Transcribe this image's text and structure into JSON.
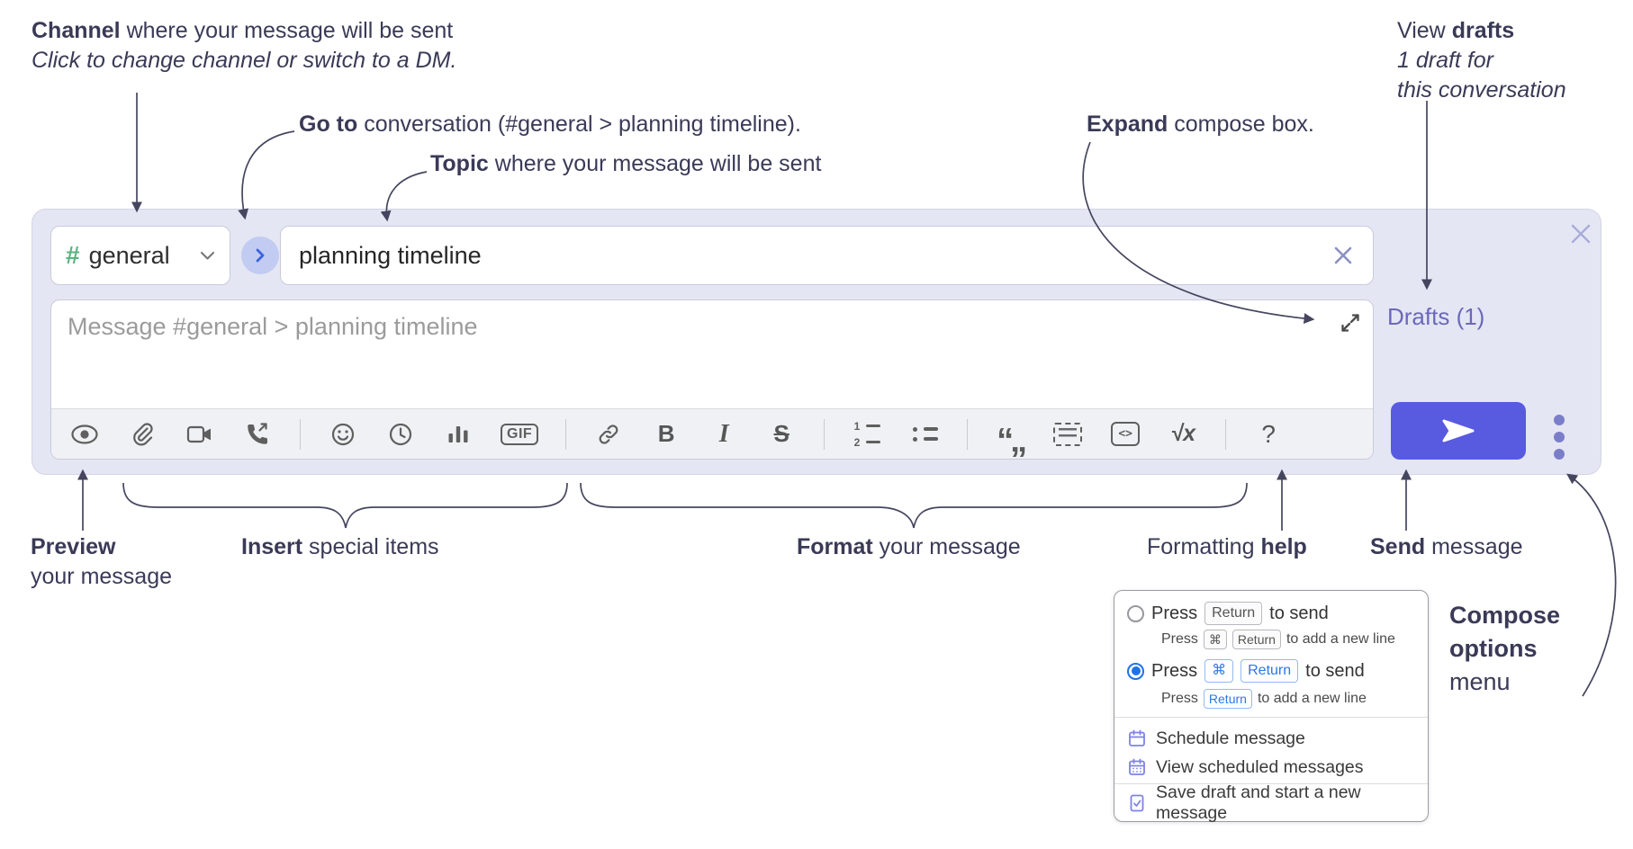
{
  "annotations": {
    "channel_bold": "Channel",
    "channel_rest": " where your message will be sent",
    "channel_line2": "Click to change channel or switch to a DM.",
    "goto_bold": "Go to",
    "goto_rest": " conversation (#general > planning timeline).",
    "topic_bold": "Topic",
    "topic_rest": " where your message will be sent",
    "expand_bold": "Expand",
    "expand_rest": " compose box.",
    "drafts_pre": "View ",
    "drafts_bold": "drafts",
    "drafts_line2": "1 draft for",
    "drafts_line3": "this conversation",
    "preview_bold": "Preview",
    "preview_line2": "your message",
    "insert_bold": "Insert",
    "insert_rest": " special items",
    "format_bold": "Format",
    "format_rest": " your message",
    "help_pre": "Formatting ",
    "help_bold": "help",
    "send_bold": "Send",
    "send_rest": " message",
    "options_line1": "Compose",
    "options_line2": "options",
    "options_line3": "menu"
  },
  "compose": {
    "channel_hash": "#",
    "channel_name": "general",
    "topic_value": "planning timeline",
    "message_placeholder": "Message #general > planning timeline",
    "drafts_link": "Drafts (1)",
    "toolbar_labels": {
      "gif": "GIF",
      "bold": "B",
      "italic": "I",
      "strike": "S",
      "ol1": "1",
      "ol2": "2",
      "quote": "“„",
      "code": "<>",
      "math": "√x",
      "help": "?"
    }
  },
  "popup": {
    "opt1_press": "Press",
    "opt1_key": "Return",
    "opt1_suffix": "to send",
    "opt1_sub_press": "Press",
    "opt1_sub_key1": "⌘",
    "opt1_sub_key2": "Return",
    "opt1_sub_suffix": "to add a new line",
    "opt2_press": "Press",
    "opt2_key1": "⌘",
    "opt2_key2": "Return",
    "opt2_suffix": "to send",
    "opt2_sub_press": "Press",
    "opt2_sub_key": "Return",
    "opt2_sub_suffix": "to add a new line",
    "item_schedule": "Schedule message",
    "item_view_scheduled": "View scheduled messages",
    "item_save_draft": "Save draft and start a new message"
  },
  "colors": {
    "compose_bg": "#e4e6f3",
    "send_button": "#585ae0",
    "channel_hash_green": "#5bb381",
    "drafts_link_purple": "#6b68b9",
    "goto_circle_bg": "#c2cbf2",
    "goto_chevron_blue": "#3c63de",
    "annotation_ink": "#3a3a57",
    "radio_selected_blue": "#1f72e8",
    "menu_icon_purple": "#7f82e6"
  }
}
